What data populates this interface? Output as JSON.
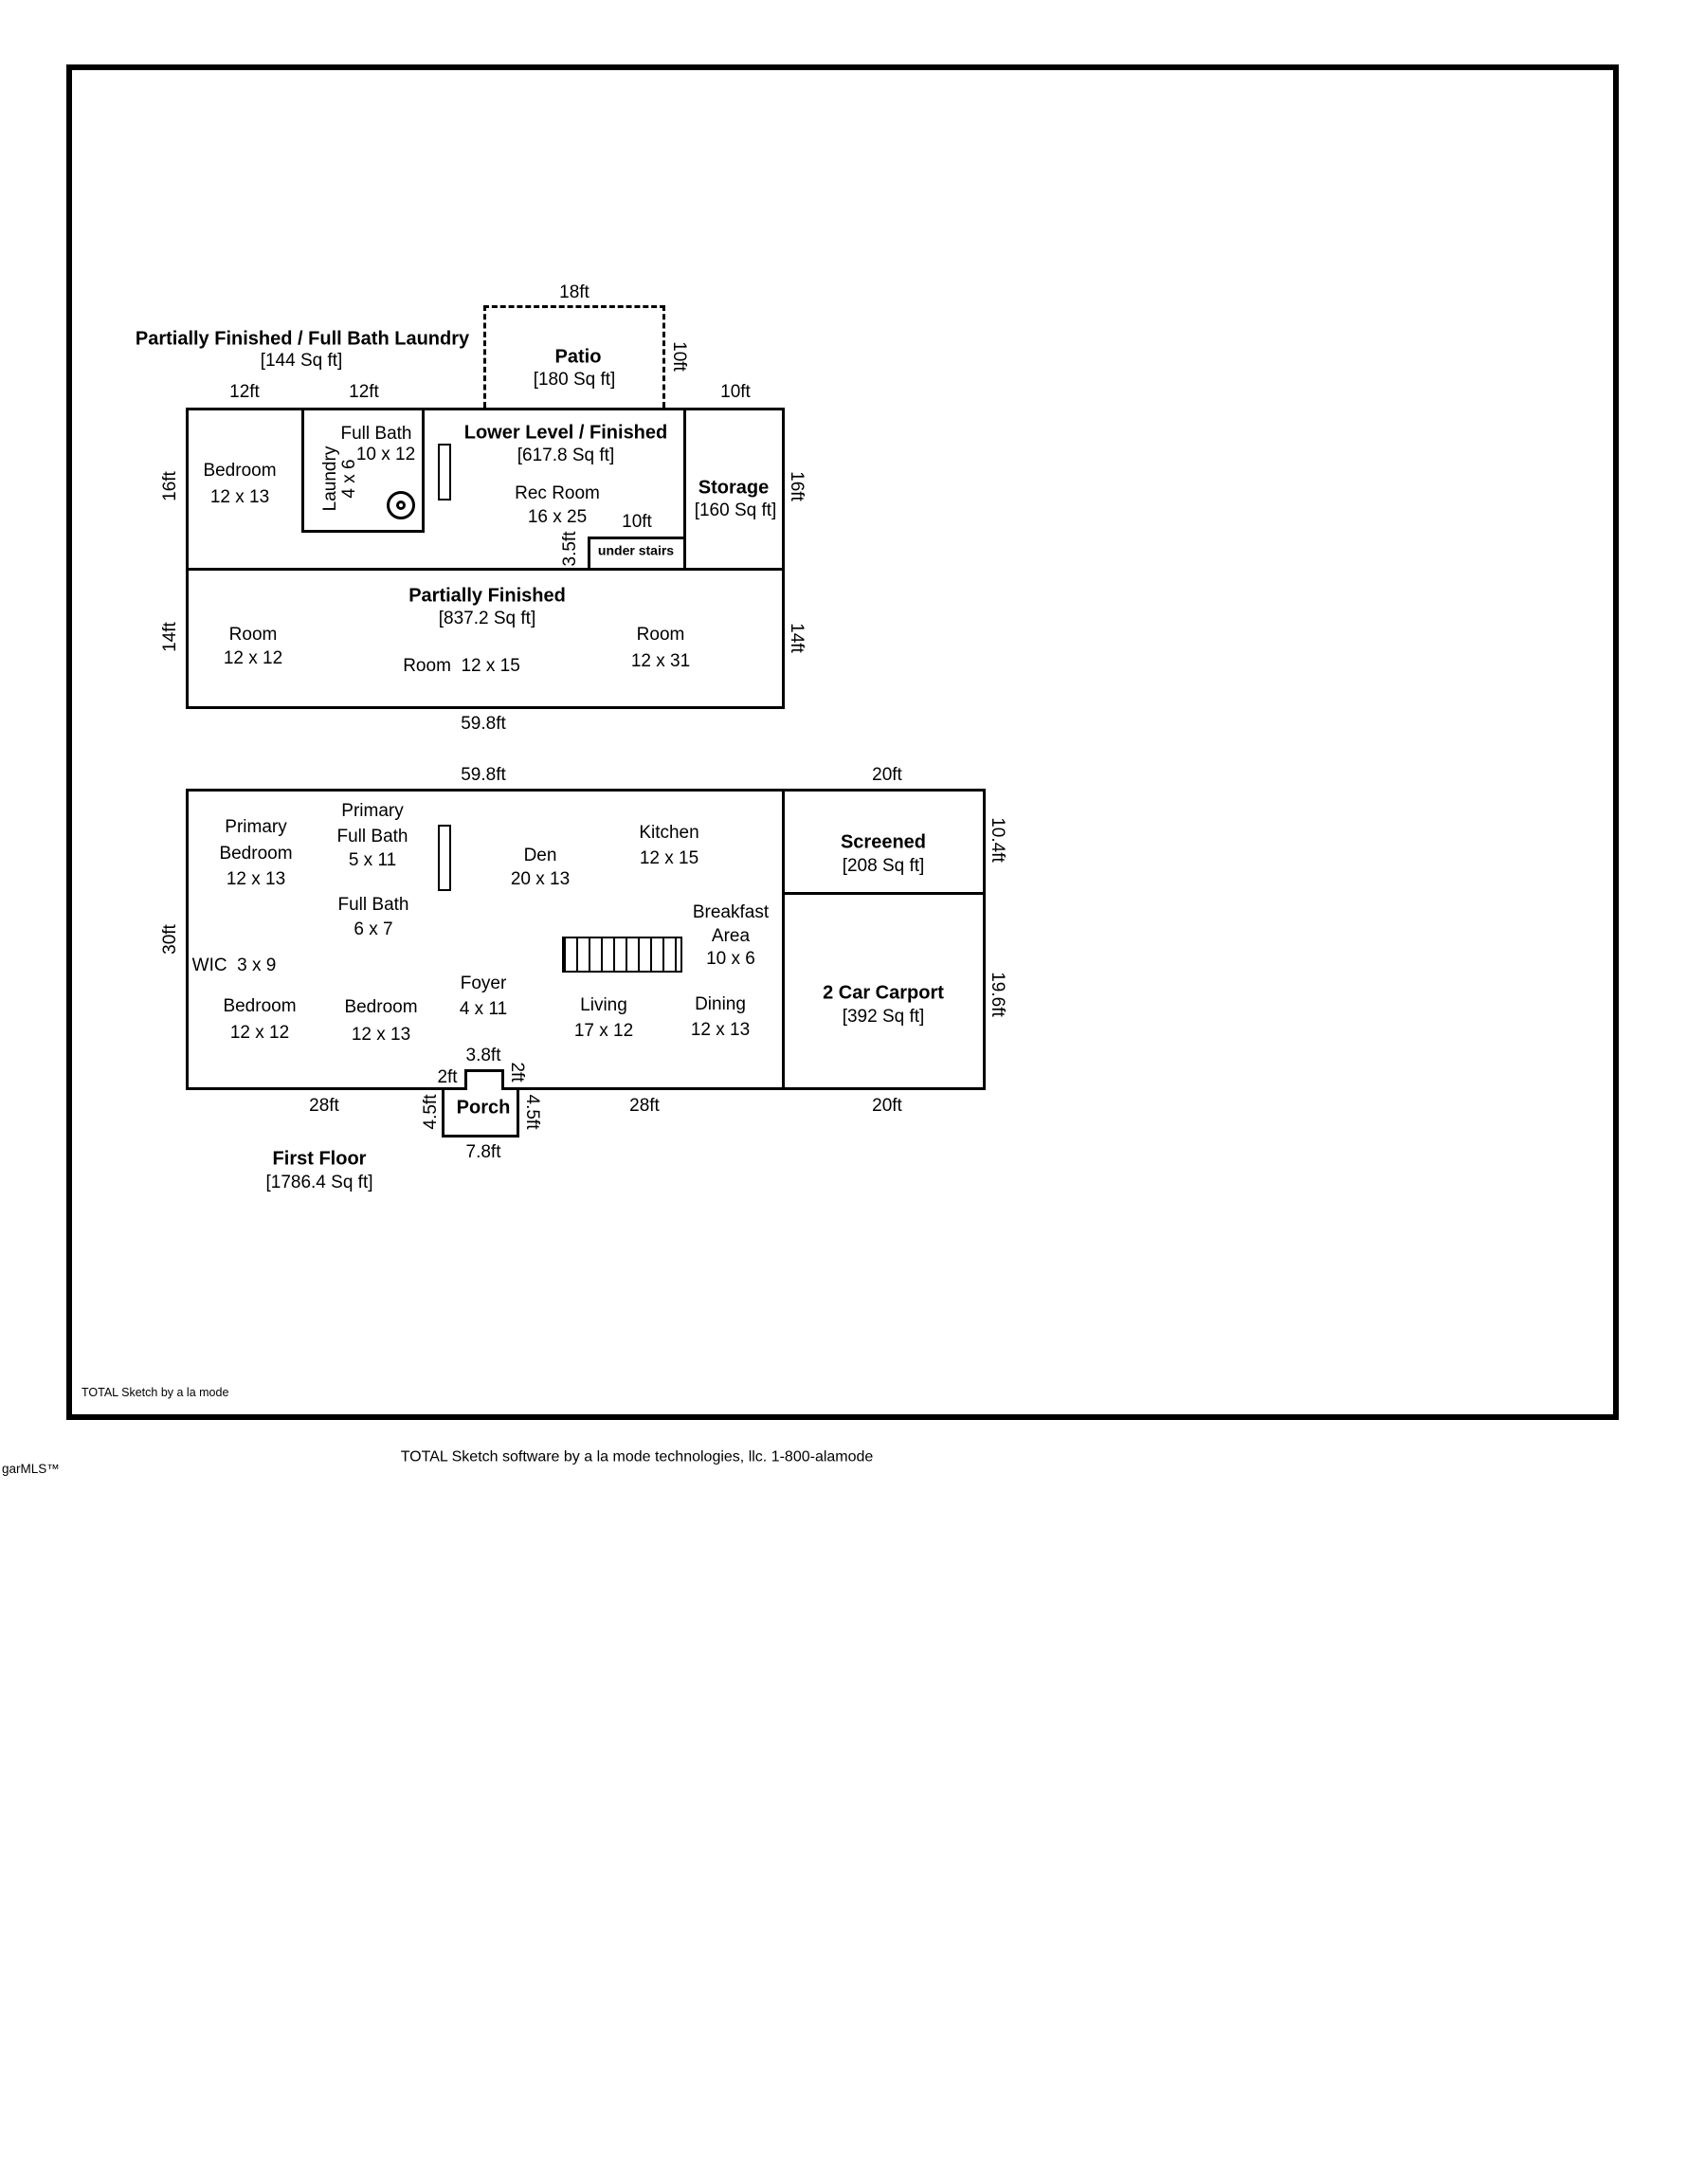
{
  "credits": {
    "sketch_note": "TOTAL Sketch by a la mode",
    "footer": "TOTAL Sketch software by a la mode technologies, llc. 1-800-alamode",
    "logo": "garMLS™"
  },
  "lower_level": {
    "banner_title": "Partially Finished / Full Bath Laundry",
    "banner_area": "[144 Sq ft]",
    "patio": {
      "name": "Patio",
      "area": "[180 Sq ft]",
      "width": "18ft",
      "height": "10ft"
    },
    "finished": {
      "title": "Lower Level / Finished",
      "area": "[617.8 Sq ft]"
    },
    "bedroom": {
      "name": "Bedroom",
      "size": "12 x 13"
    },
    "full_bath": {
      "name": "Full Bath",
      "size": "10 x 12"
    },
    "laundry": {
      "name": "Laundry",
      "size": "4 x 6"
    },
    "rec_room": {
      "name": "Rec Room",
      "size": "16 x 25"
    },
    "under_stairs": {
      "name": "under stairs",
      "width": "10ft",
      "height": "3.5ft"
    },
    "storage": {
      "name": "Storage",
      "area": "[160 Sq ft]"
    },
    "partially_finished": {
      "title": "Partially Finished",
      "area": "[837.2 Sq ft]"
    },
    "room_a": {
      "name": "Room",
      "size": "12 x 12"
    },
    "room_b": {
      "text": "Room  12 x 15"
    },
    "room_c": {
      "name": "Room",
      "size": "12 x 31"
    },
    "dims": {
      "top_bedroom": "12ft",
      "top_bath": "12ft",
      "top_storage": "10ft",
      "left_upper": "16ft",
      "left_lower": "14ft",
      "right_upper": "16ft",
      "right_lower": "14ft",
      "bottom": "59.8ft"
    }
  },
  "first_floor": {
    "title": "First Floor",
    "area": "[1786.4 Sq ft]",
    "primary_bedroom": {
      "line1": "Primary",
      "line2": "Bedroom",
      "size": "12 x 13"
    },
    "primary_bath": {
      "line1": "Primary",
      "line2": "Full Bath",
      "size": "5 x 11"
    },
    "den": {
      "name": "Den",
      "size": "20 x 13"
    },
    "kitchen": {
      "name": "Kitchen",
      "size": "12 x 15"
    },
    "full_bath": {
      "name": "Full Bath",
      "size": "6 x 7"
    },
    "breakfast": {
      "line1": "Breakfast",
      "line2": "Area",
      "size": "10 x 6"
    },
    "wic": {
      "text": "WIC  3 x 9"
    },
    "foyer": {
      "name": "Foyer",
      "size": "4 x 11"
    },
    "bedroom2": {
      "name": "Bedroom",
      "size": "12 x 12"
    },
    "bedroom3": {
      "name": "Bedroom",
      "size": "12 x 13"
    },
    "living": {
      "name": "Living",
      "size": "17 x 12"
    },
    "dining": {
      "name": "Dining",
      "size": "12 x 13"
    },
    "screened": {
      "name": "Screened",
      "area": "[208 Sq ft]"
    },
    "carport": {
      "name": "2 Car Carport",
      "area": "[392 Sq ft]"
    },
    "porch": {
      "name": "Porch",
      "top": "3.8ft",
      "left_step": "2ft",
      "right_step": "2ft",
      "left": "4.5ft",
      "right": "4.5ft",
      "bottom": "7.8ft"
    },
    "dims": {
      "top_main": "59.8ft",
      "top_right": "20ft",
      "left": "30ft",
      "right_screened": "10.4ft",
      "right_carport": "19.6ft",
      "bottom_left": "28ft",
      "bottom_mid": "28ft",
      "bottom_right": "20ft"
    }
  }
}
